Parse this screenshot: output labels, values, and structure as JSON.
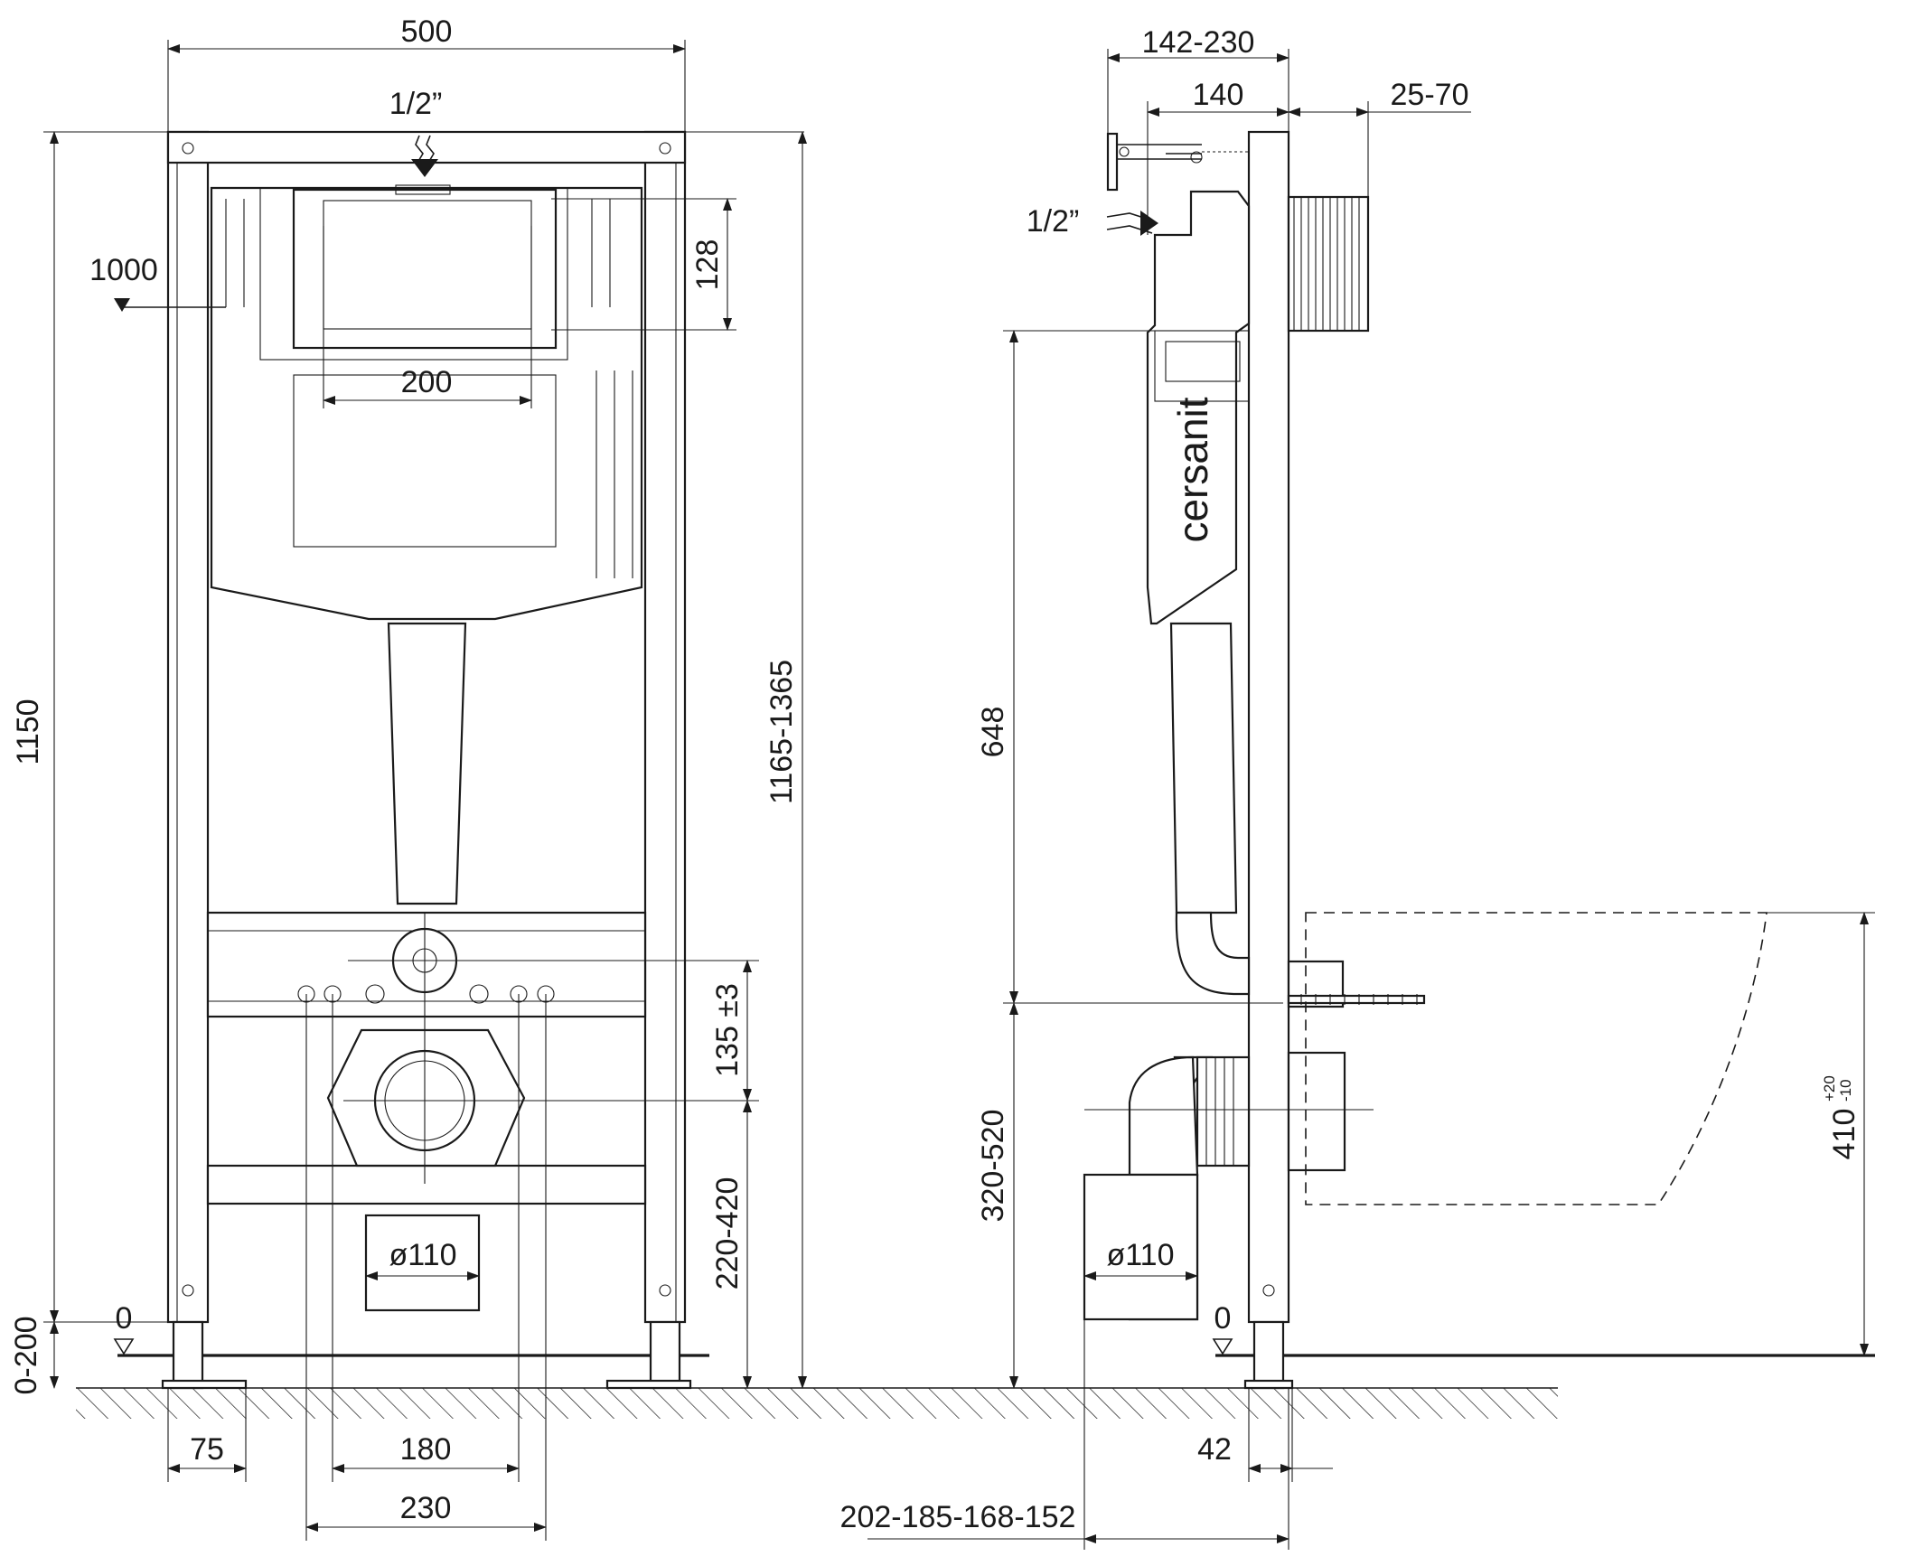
{
  "brand": "cersanit",
  "front_view": {
    "width": "500",
    "inlet_top": "1/2”",
    "inlet_height": "1000",
    "total_height": "1150",
    "frame_height": "1165-1365",
    "flush_plate_height": "128",
    "flush_plate_width": "200",
    "bolt_offset": "135 ±3",
    "drain_height": "220-420",
    "leg_adjust": "0-200",
    "zero_level": "0",
    "drain_diameter": "ø110",
    "leg_width": "75",
    "bolt_spacing_inner": "180",
    "bolt_spacing_outer": "230"
  },
  "side_view": {
    "depth_range": "142-230",
    "depth": "140",
    "wall_range": "25-70",
    "inlet_side": "1/2”",
    "tank_height": "648",
    "drain_range": "320-520",
    "zero_level": "0",
    "drain_diameter": "ø110",
    "foot_offset": "42",
    "outlet_positions": "202-185-168-152",
    "bowl_height": "410",
    "bowl_tol_plus": "+20",
    "bowl_tol_minus": "-10"
  }
}
